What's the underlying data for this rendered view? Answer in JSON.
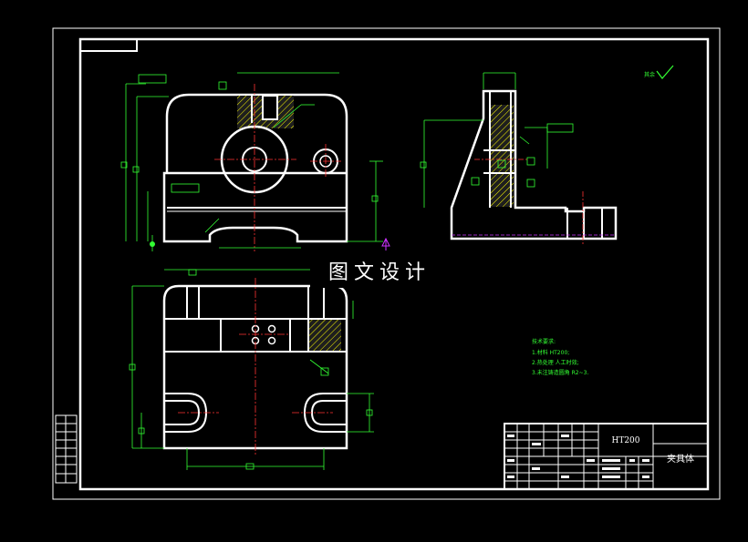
{
  "drawing": {
    "watermark": "图文设计",
    "material": "HT200",
    "part_name": "夹具体",
    "tech_req": {
      "heading": "技术要求:",
      "items": [
        "1.材料 HT200;",
        "2.热处理 人工时效;",
        "3.未注铸造圆角 R2~3."
      ]
    },
    "surface_mark": "其余"
  },
  "colors": {
    "background": "#000000",
    "outline": "#ffffff",
    "dimension": "#33ff33",
    "centerline": "#ff3333",
    "section": "#ffff00",
    "arrow": "#cc33ff"
  }
}
